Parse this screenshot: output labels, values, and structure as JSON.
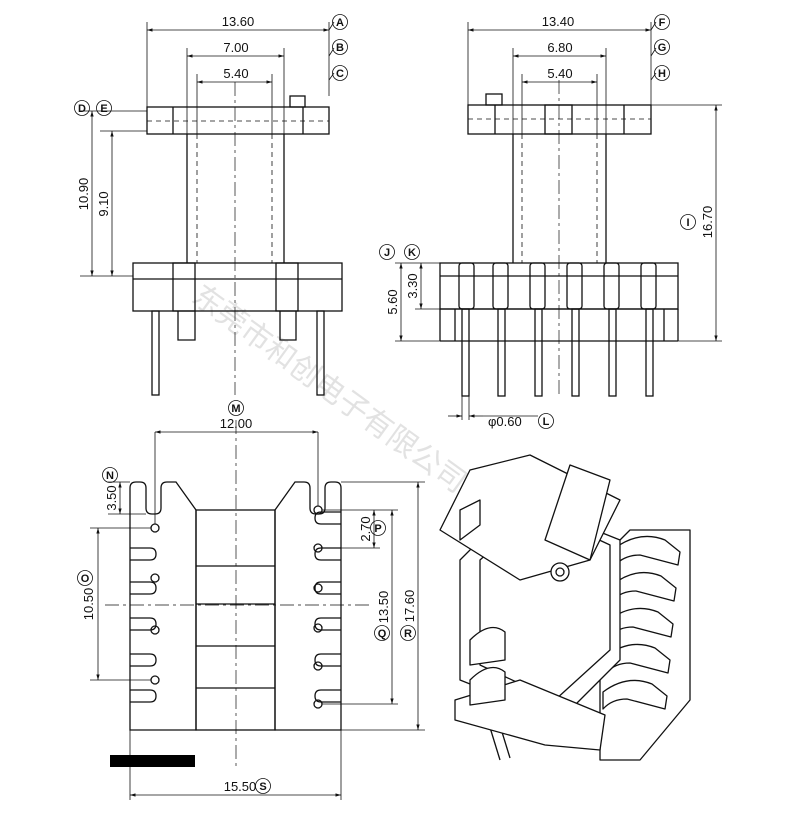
{
  "dimensions": {
    "top_left_overall_width": "13.60",
    "top_left_middle_width": "7.00",
    "top_left_core_width": "5.40",
    "top_left_height_outer": "10.90",
    "top_left_height_inner": "9.10",
    "top_right_overall_width": "13.40",
    "top_right_middle_width": "6.80",
    "top_right_core_width": "5.40",
    "top_right_total_height": "16.70",
    "top_right_base_height": "5.60",
    "top_right_flange_height": "3.30",
    "pin_diameter": "φ0.60",
    "bottom_pin_row_spacing": "12.00",
    "bottom_slot_depth": "3.50",
    "bottom_pin_pitch": "2.70",
    "bottom_left_span": "10.50",
    "bottom_right_span": "13.50",
    "bottom_total_height": "17.60",
    "bottom_total_width": "15.50"
  },
  "labels": {
    "A": "A",
    "B": "B",
    "C": "C",
    "D": "D",
    "E": "E",
    "F": "F",
    "G": "G",
    "H": "H",
    "I": "I",
    "J": "J",
    "K": "K",
    "L": "L",
    "M": "M",
    "N": "N",
    "O": "O",
    "P": "P",
    "Q": "Q",
    "R": "R",
    "S": "S"
  },
  "watermark": "东莞市和创电子有限公司"
}
